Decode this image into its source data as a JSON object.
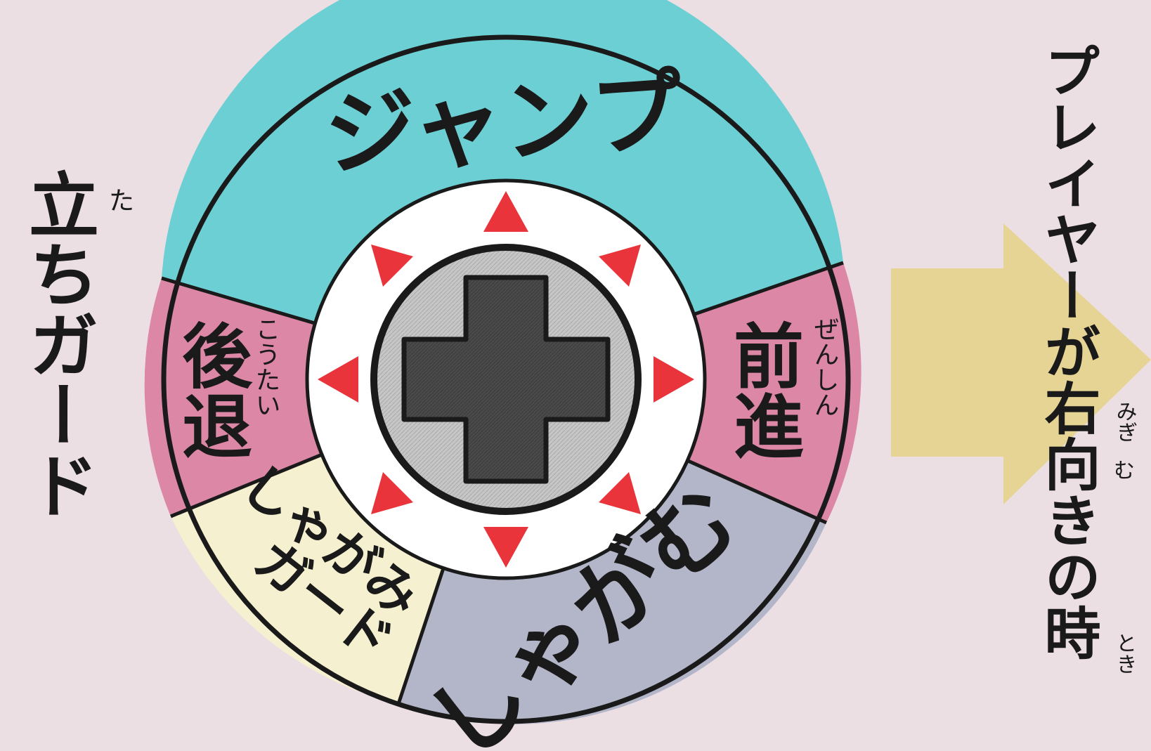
{
  "left_label": {
    "base": "立ちガード",
    "ruby": "た"
  },
  "right_label": {
    "base": "プレイヤーが右向きの時",
    "ruby_migi": "みぎ",
    "ruby_mu": "む",
    "ruby_toki": "とき"
  },
  "wheel": {
    "segments": {
      "jump": {
        "label": "ジャンプ"
      },
      "forward": {
        "label": "前進",
        "ruby": "ぜんしん"
      },
      "crouch": {
        "label": "しゃがむ"
      },
      "crouch_guard": {
        "line1": "しゃがみ",
        "line2": "ガード"
      },
      "back": {
        "label": "後退",
        "ruby": "こうたい"
      }
    }
  },
  "colors": {
    "background": "#ecdfe3",
    "jump": "#6ccfd4",
    "forward": "#dd87a7",
    "back": "#dd87a7",
    "crouch": "#b3b6c9",
    "crouch_guard": "#f5f0cf",
    "arrow_red": "#e8343a",
    "dpad_dark": "#4a4a4a",
    "dpad_bg": "#c6c6c6",
    "direction_arrow": "#e4d286"
  },
  "icons": [
    "dpad-icon",
    "direction-arrow-icon"
  ]
}
